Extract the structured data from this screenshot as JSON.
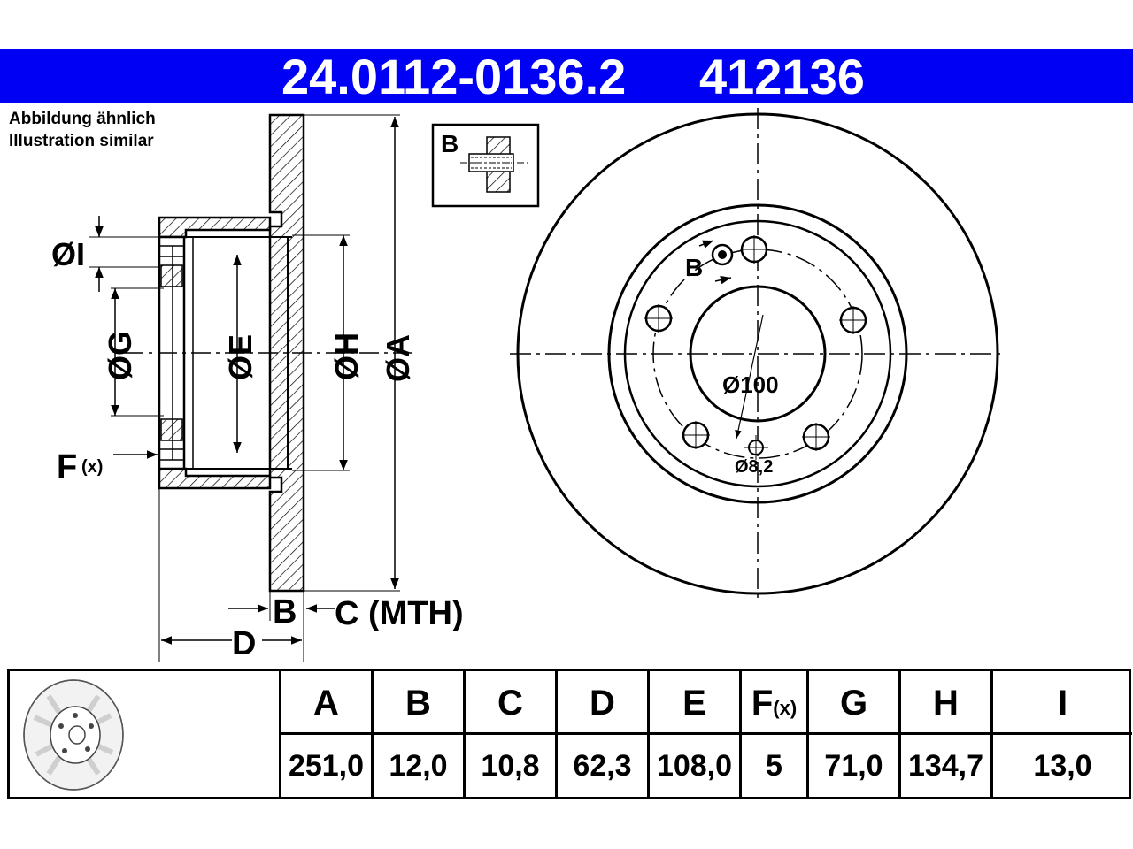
{
  "header": {
    "part_number": "24.0112-0136.2",
    "ref_number": "412136"
  },
  "notes": {
    "line1": "Abbildung ähnlich",
    "line2": "Illustration similar"
  },
  "side_view": {
    "label_I": "ØI",
    "label_G": "ØG",
    "label_E": "ØE",
    "label_H": "ØH",
    "label_A": "ØA",
    "label_F": "F",
    "label_F_sub": "(x)",
    "label_B": "B",
    "label_C": "C (MTH)",
    "label_D": "D"
  },
  "detail_box": {
    "label": "B"
  },
  "front_view": {
    "label_B": "B",
    "pcd": "Ø100",
    "hole": "Ø8,2"
  },
  "colors": {
    "header_bg": "#0000f5",
    "header_text": "#ffffff",
    "line": "#000000"
  },
  "specs": {
    "columns": [
      {
        "key": "A",
        "label": "A",
        "sub": "",
        "value": "251,0"
      },
      {
        "key": "B",
        "label": "B",
        "sub": "",
        "value": "12,0"
      },
      {
        "key": "C",
        "label": "C",
        "sub": "",
        "value": "10,8"
      },
      {
        "key": "D",
        "label": "D",
        "sub": "",
        "value": "62,3"
      },
      {
        "key": "E",
        "label": "E",
        "sub": "",
        "value": "108,0"
      },
      {
        "key": "F",
        "label": "F",
        "sub": "(x)",
        "value": "5"
      },
      {
        "key": "G",
        "label": "G",
        "sub": "",
        "value": "71,0"
      },
      {
        "key": "H",
        "label": "H",
        "sub": "",
        "value": "134,7"
      },
      {
        "key": "I",
        "label": "I",
        "sub": "",
        "value": "13,0"
      }
    ]
  }
}
